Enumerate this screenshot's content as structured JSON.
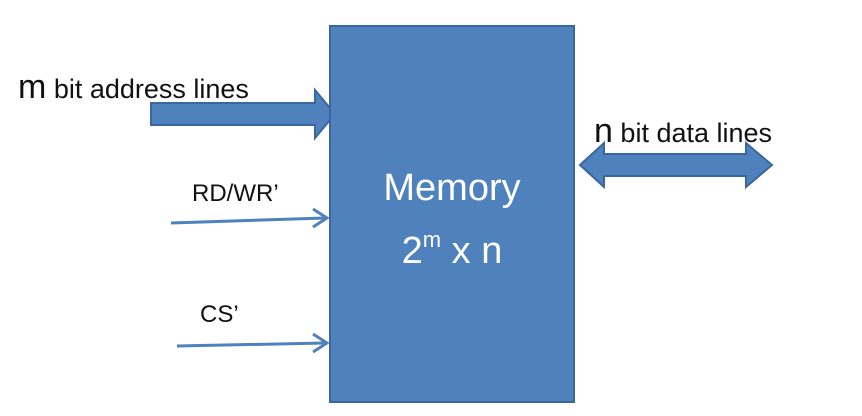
{
  "labels": {
    "address": {
      "var": "m",
      "text": " bit address lines"
    },
    "data": {
      "var": "n",
      "text": " bit data lines"
    },
    "rd_wr": "RD/WR’",
    "cs": "CS’"
  },
  "memory": {
    "title": "Memory",
    "size_base": "2",
    "size_exp": "m",
    "size_rest": " x n"
  },
  "colors": {
    "block_fill": "#4f81bd",
    "block_border": "#3a679d",
    "arrow": "#4f81bd",
    "text": "#111111",
    "block_text": "#ffffff"
  }
}
